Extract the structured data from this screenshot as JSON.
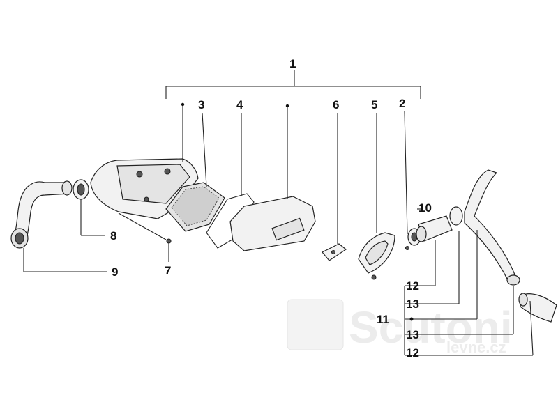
{
  "callouts": [
    {
      "id": "c1",
      "text": "1"
    },
    {
      "id": "c2",
      "text": "2"
    },
    {
      "id": "c3",
      "text": "3"
    },
    {
      "id": "c4",
      "text": "4"
    },
    {
      "id": "c5",
      "text": "5"
    },
    {
      "id": "c6",
      "text": "6"
    },
    {
      "id": "c7",
      "text": "7"
    },
    {
      "id": "c8",
      "text": "8"
    },
    {
      "id": "c9",
      "text": "9"
    },
    {
      "id": "c10",
      "text": "10"
    },
    {
      "id": "c11",
      "text": "11"
    },
    {
      "id": "c12a",
      "text": "12"
    },
    {
      "id": "c13a",
      "text": "13"
    },
    {
      "id": "c13b",
      "text": "13"
    },
    {
      "id": "c12b",
      "text": "12"
    }
  ],
  "watermark": {
    "brand": "Scutoni",
    "subline": "levne.cz"
  }
}
